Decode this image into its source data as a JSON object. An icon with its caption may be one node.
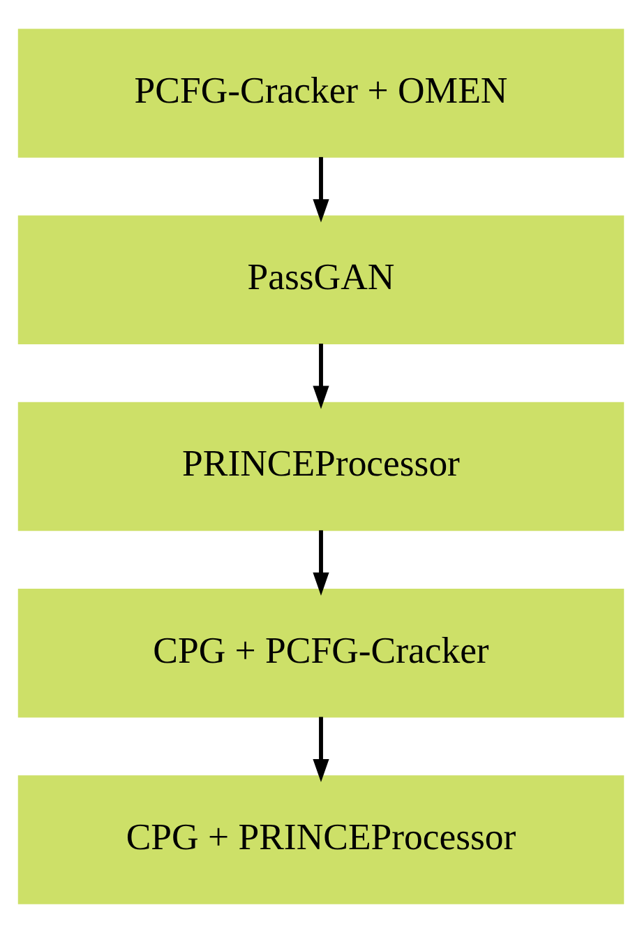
{
  "diagram": {
    "nodes": [
      {
        "text": [
          "PCFG-Cracker + OMEN"
        ]
      },
      {
        "text": [
          "PassGAN"
        ]
      },
      {
        "text": [
          "PRINCEProcessor"
        ]
      },
      {
        "text": [
          "CPG + PCFG-Cracker"
        ]
      },
      {
        "text": [
          "CPG + PRINCEProcessor"
        ]
      }
    ],
    "edges": [
      {
        "from": 0,
        "to": 1,
        "arrow": "to"
      },
      {
        "from": 1,
        "to": 2,
        "arrow": "to"
      },
      {
        "from": 2,
        "to": 3,
        "arrow": "to"
      },
      {
        "from": 3,
        "to": 4,
        "arrow": "to"
      }
    ]
  }
}
